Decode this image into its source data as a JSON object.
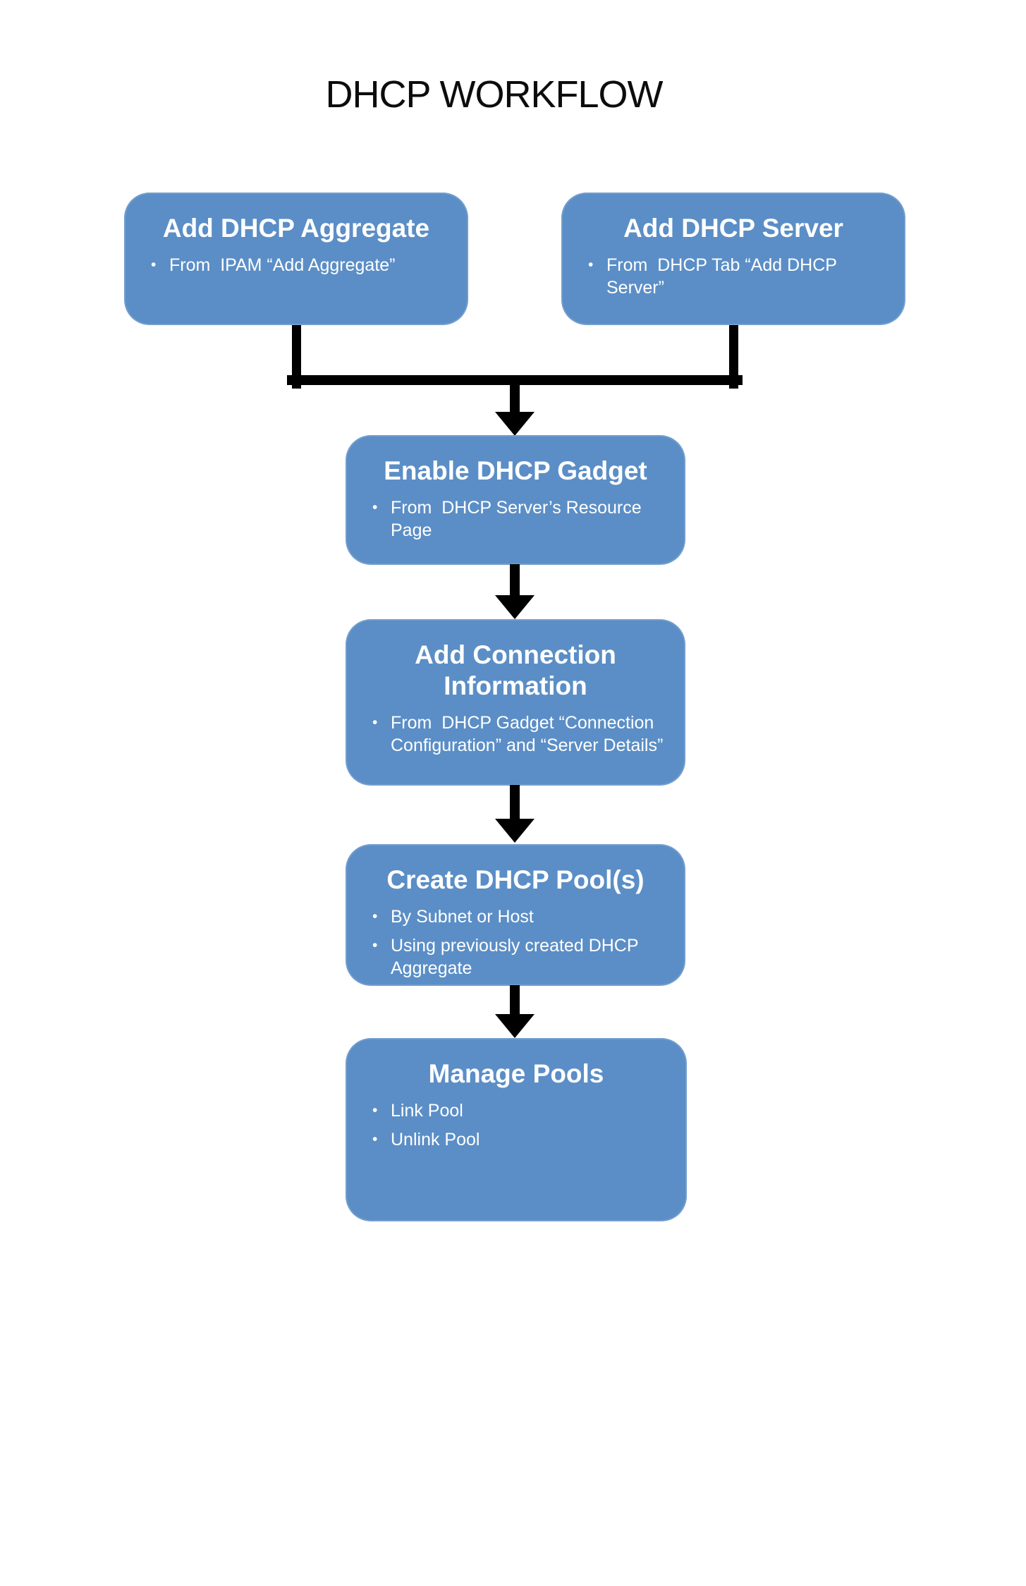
{
  "title": "DHCP WORKFLOW",
  "bullet_char": "•",
  "colors": {
    "node_fill": "#5b8ec6",
    "node_text": "#ffffff",
    "connector": "#000000",
    "title_text": "#0c0c0c",
    "background": "#ffffff"
  },
  "nodes": [
    {
      "id": "add-dhcp-aggregate",
      "title": "Add DHCP Aggregate",
      "bullets": [
        "From  IPAM “Add Aggregate”"
      ]
    },
    {
      "id": "add-dhcp-server",
      "title": "Add DHCP Server",
      "bullets": [
        "From  DHCP Tab “Add DHCP Server”"
      ]
    },
    {
      "id": "enable-dhcp-gadget",
      "title": "Enable DHCP Gadget",
      "bullets": [
        "From  DHCP Server’s Resource Page"
      ]
    },
    {
      "id": "add-connection-information",
      "title": "Add Connection Information",
      "bullets": [
        "From  DHCP Gadget “Connection Configuration” and “Server Details”"
      ]
    },
    {
      "id": "create-dhcp-pools",
      "title": "Create DHCP Pool(s)",
      "bullets": [
        "By Subnet or Host",
        "Using previously created DHCP Aggregate"
      ]
    },
    {
      "id": "manage-pools",
      "title": "Manage Pools",
      "bullets": [
        "Link Pool",
        "Unlink Pool"
      ]
    }
  ],
  "edges": [
    {
      "from": "add-dhcp-aggregate",
      "to": "enable-dhcp-gadget"
    },
    {
      "from": "add-dhcp-server",
      "to": "enable-dhcp-gadget"
    },
    {
      "from": "enable-dhcp-gadget",
      "to": "add-connection-information"
    },
    {
      "from": "add-connection-information",
      "to": "create-dhcp-pools"
    },
    {
      "from": "create-dhcp-pools",
      "to": "manage-pools"
    }
  ]
}
